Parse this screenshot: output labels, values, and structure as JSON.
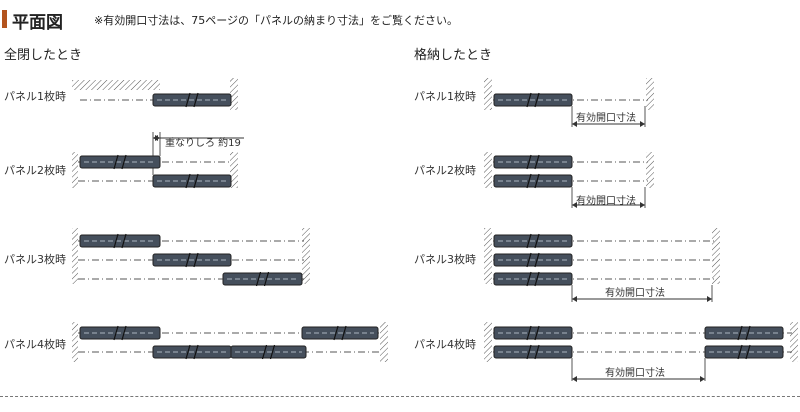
{
  "header": {
    "title": "平面図",
    "note": "※有効開口寸法は、75ページの「パネルの納まり寸法」をご覧ください。",
    "accent_color": "#b3541e"
  },
  "closed": {
    "heading": "全閉したとき",
    "rows": [
      {
        "label": "パネル1枚時"
      },
      {
        "label": "パネル2枚時",
        "dimension": "重なりしろ 約19"
      },
      {
        "label": "パネル3枚時"
      },
      {
        "label": "パネル4枚時"
      }
    ]
  },
  "stored": {
    "heading": "格納したとき",
    "rows": [
      {
        "label": "パネル1枚時",
        "dimension": "有効開口寸法"
      },
      {
        "label": "パネル2枚時",
        "dimension": "有効開口寸法"
      },
      {
        "label": "パネル3枚時",
        "dimension": "有効開口寸法"
      },
      {
        "label": "パネル4枚時",
        "dimension": "有効開口寸法"
      }
    ]
  },
  "colors": {
    "panel": "#454f5c",
    "wall_hatch": "#555555",
    "line": "#555555"
  }
}
